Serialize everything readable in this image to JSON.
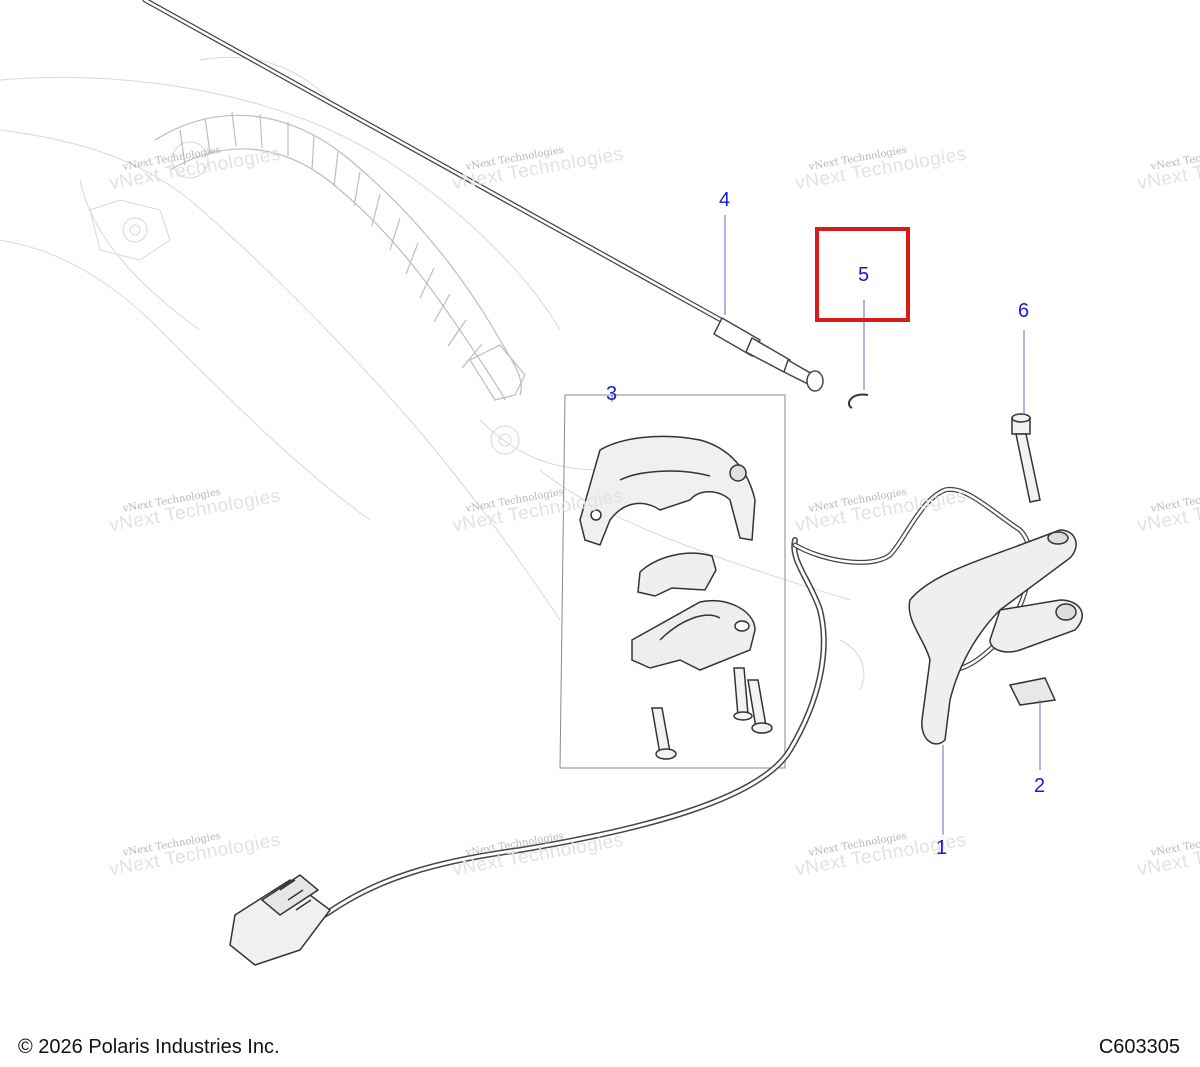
{
  "diagram": {
    "callouts": [
      {
        "id": "1",
        "label": "1"
      },
      {
        "id": "2",
        "label": "2"
      },
      {
        "id": "3",
        "label": "3"
      },
      {
        "id": "4",
        "label": "4"
      },
      {
        "id": "5",
        "label": "5"
      },
      {
        "id": "6",
        "label": "6"
      }
    ],
    "highlighted_callout": "5",
    "highlight_color": "#d91a1a",
    "callout_color": "#1a1ad0",
    "watermark": {
      "line1": "vNext Technologies",
      "line2": "vNext Technologies"
    }
  },
  "footer": {
    "copyright": "© 2026 Polaris Industries Inc.",
    "diagram_code": "C603305"
  }
}
